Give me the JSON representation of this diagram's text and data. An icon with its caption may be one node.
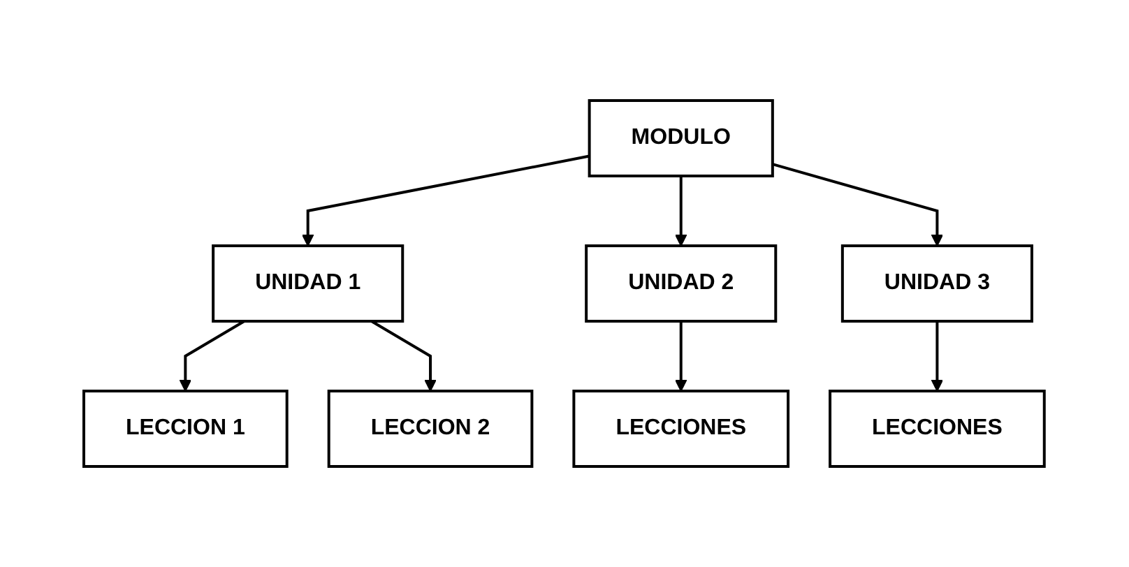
{
  "diagram": {
    "nodes": [
      {
        "text": [
          "MODULO"
        ]
      },
      {
        "text": [
          "UNIDAD 1"
        ]
      },
      {
        "text": [
          "UNIDAD 2"
        ]
      },
      {
        "text": [
          "UNIDAD 3"
        ]
      },
      {
        "text": [
          "LECCION 1"
        ]
      },
      {
        "text": [
          "LECCION 2"
        ]
      },
      {
        "text": [
          "LECCIONES"
        ]
      },
      {
        "text": [
          "LECCIONES"
        ]
      }
    ],
    "edges": [
      {
        "from": 0,
        "to": 1,
        "arrow": "to"
      },
      {
        "from": 0,
        "to": 2,
        "arrow": "to"
      },
      {
        "from": 0,
        "to": 3,
        "arrow": "to"
      },
      {
        "from": 1,
        "to": 4,
        "arrow": "to"
      },
      {
        "from": 1,
        "to": 5,
        "arrow": "to"
      },
      {
        "from": 2,
        "to": 6,
        "arrow": "to"
      },
      {
        "from": 3,
        "to": 7,
        "arrow": "to"
      }
    ]
  }
}
